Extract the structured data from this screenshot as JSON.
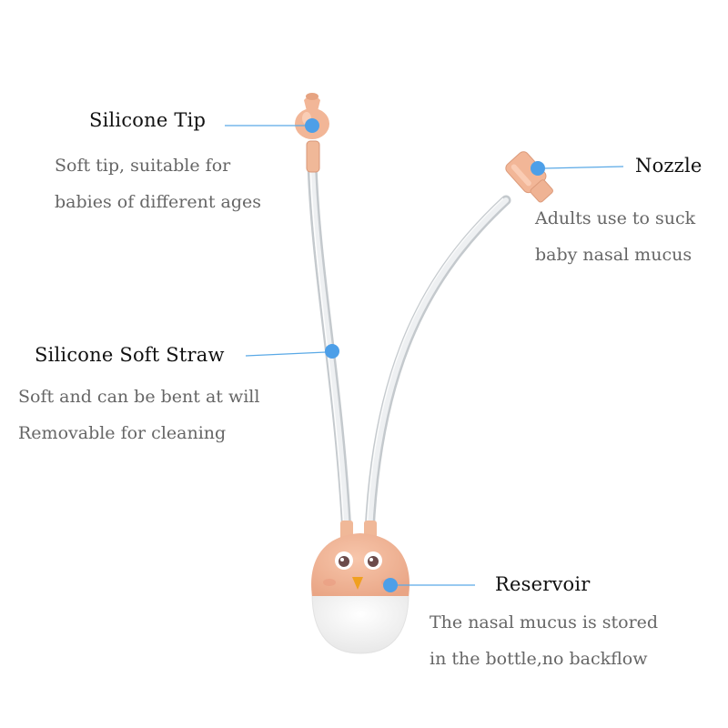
{
  "colors": {
    "leader": "#5aa9e6",
    "dot": "#4d9fe8",
    "silicone": "#f2b697",
    "silicone_dark": "#e29a78",
    "tube": "#cfd4d8",
    "beak": "#f0a020",
    "bottle": "#f4f4f4",
    "title_text": "#111111",
    "desc_text": "#666666"
  },
  "callouts": {
    "silicone_tip": {
      "title": "Silicone Tip",
      "desc_line1": "Soft tip, suitable for",
      "desc_line2": "babies of different ages"
    },
    "nozzle": {
      "title": "Nozzle",
      "desc_line1": "Adults use to suck",
      "desc_line2": "baby nasal mucus"
    },
    "soft_straw": {
      "title": "Silicone Soft Straw",
      "desc_line1": "Soft and can be bent at will",
      "desc_line2": "Removable for cleaning"
    },
    "reservoir": {
      "title": "Reservoir",
      "desc_line1": "The nasal mucus is stored",
      "desc_line2": "in the bottle,no backflow"
    }
  },
  "icons": {
    "product": "nasal-aspirator-illustration",
    "reservoir": "owl-bottle-icon"
  }
}
